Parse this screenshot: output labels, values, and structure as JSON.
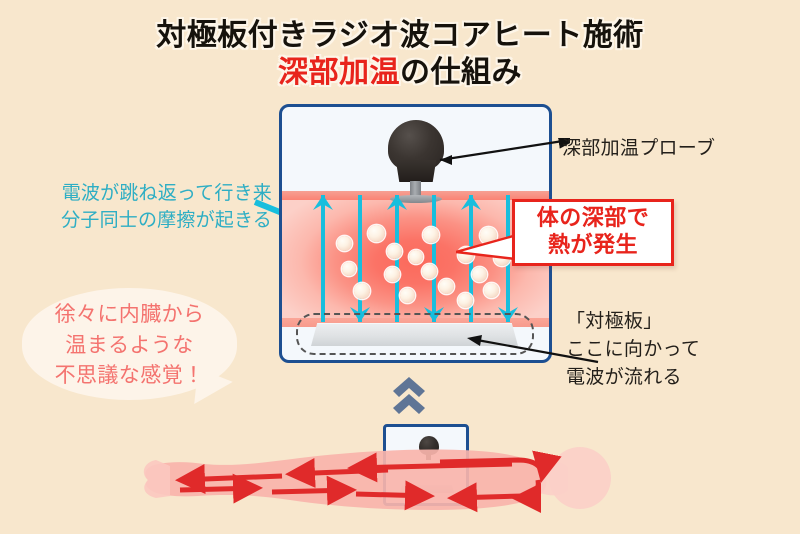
{
  "page": {
    "background_color": "#f8e7cd",
    "language": "ja"
  },
  "title": {
    "line1": "対極板付きラジオ波コアヒート施術",
    "line2_accent": "深部加温",
    "line2_rest": "の仕組み",
    "accent_color": "#e8241c",
    "text_color": "#16120c"
  },
  "annotations": {
    "wave_note": {
      "line1": "電波が跳ね返って行き来",
      "line2": "分子同士の摩擦が起きる",
      "color": "#2eaec4"
    },
    "bubble": {
      "line1": "徐々に内臓から",
      "line2": "温まるような",
      "line3": "不思議な感覚！",
      "text_color": "#f4736f",
      "fill_color": "#fdf4e9"
    },
    "probe_label": "深部加温プローブ",
    "plate_label": {
      "line1": "「対極板」",
      "line2": "ここに向かって",
      "line3": "電波が流れる"
    },
    "heat_callout": {
      "line1": "体の深部で",
      "line2": "熱が発生",
      "border_color": "#e8241c",
      "text_color": "#e8241c"
    }
  },
  "diagram": {
    "panel_border_color": "#1d4f91",
    "panel_fill_color": "#f4f8fc",
    "tissue_color_center": "#fb6a5c",
    "tissue_color_edge": "#fcd0c8",
    "wave_color": "#18bedd",
    "wave_count": 6,
    "wave_directions": [
      "up",
      "down",
      "up",
      "down",
      "up",
      "down"
    ],
    "molecule_count": 17,
    "probe_color": "#2a2522",
    "plate_color": "#dfe2e4",
    "plate_outline_style": "dashed"
  },
  "body_figure": {
    "silhouette_color": "#f9b4ab",
    "flow_arrow_color": "#e02a2a",
    "chevron_color": "#5f7596",
    "chevron_count": 2
  }
}
